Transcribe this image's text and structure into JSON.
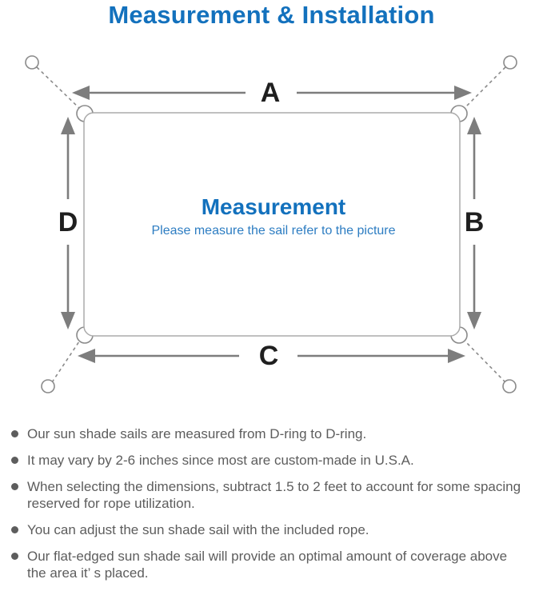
{
  "title": "Measurement & Installation",
  "diagram": {
    "center_heading": "Measurement",
    "center_subtext": "Please measure the sail refer to the picture",
    "labels": {
      "top": "A",
      "right": "B",
      "bottom": "C",
      "left": "D"
    }
  },
  "notes": [
    "Our sun shade sails are measured from D-ring to D-ring.",
    "It may vary by 2-6 inches since most are custom-made in U.S.A.",
    "When selecting the dimensions, subtract 1.5 to 2 feet to account for some spacing reserved for rope utilization.",
    "You can adjust the sun shade sail with the included rope.",
    "Our flat-edged sun shade sail will provide an optimal amount of coverage above the area it’ s placed."
  ],
  "colors": {
    "accent_blue": "#1371bd",
    "sub_blue": "#2d7dc2",
    "arrow_gray": "#7d7d7d",
    "outline_gray": "#ababab",
    "text_gray": "#5d5d5d",
    "label_black": "#1f1f1f"
  }
}
